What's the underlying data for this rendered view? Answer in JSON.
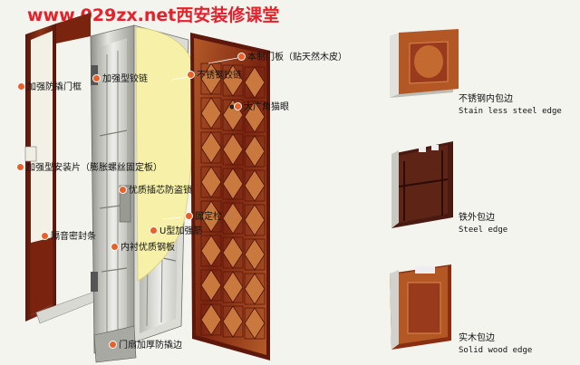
{
  "watermark": {
    "text": "www.029zx.net西安装修课堂"
  },
  "door_labels": {
    "frame": "加强防撬门框",
    "hinge": "加强型铰链",
    "mount": "加强型安装片（膨胀螺丝固定板）",
    "lock": "优质插芯防盗锁",
    "seal": "隔音密封条",
    "rib": "U型加强筋",
    "bolt": "固定栓",
    "plate": "内衬优质钢板",
    "edge": "门扇加厚防撬边",
    "wood_panel": "本制门板（贴天然木皮）",
    "steel_chain": "不锈钢铰链",
    "peephole": "大广角猫眼"
  },
  "samples": [
    {
      "cn": "不锈钢内包边",
      "en": "Stain less steel edge"
    },
    {
      "cn": "铁外包边",
      "en": "Steel edge"
    },
    {
      "cn": "实木包边",
      "en": "Solid wood edge"
    }
  ],
  "colors": {
    "wood_dark": "#6e1e10",
    "wood_mid": "#9a3a1c",
    "wood_light": "#c8743c",
    "steel": "#c9c9c4",
    "foam": "#f6f0a8",
    "dot": "#e8602a"
  }
}
